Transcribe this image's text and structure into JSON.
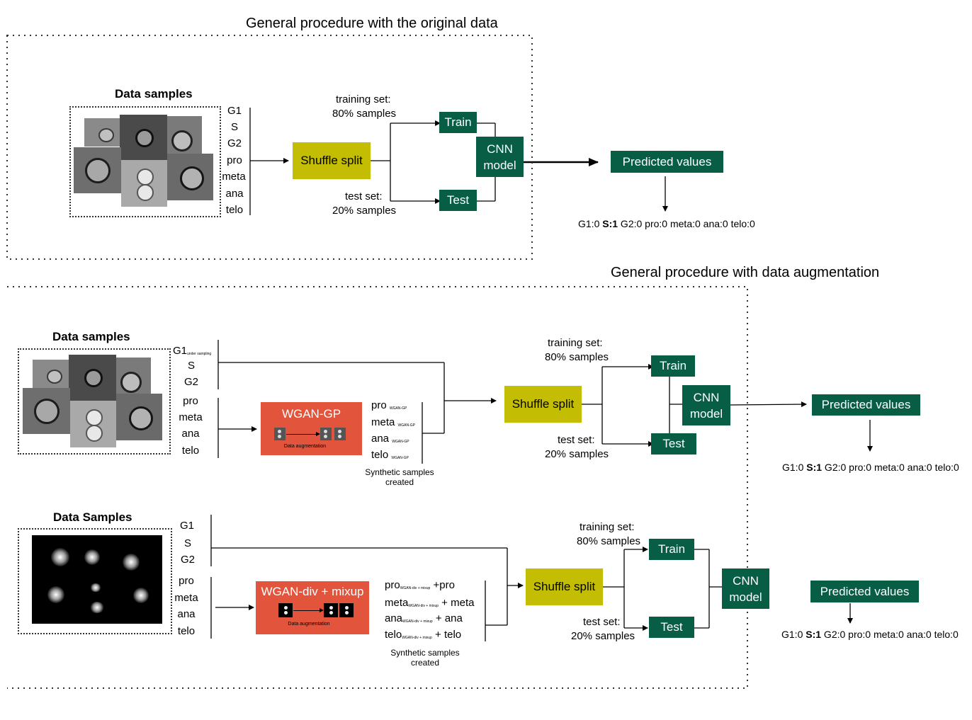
{
  "titles": {
    "original": "General procedure with the original data",
    "augmentation": "General procedure with data augmentation"
  },
  "panel1": {
    "samples_title": "Data samples",
    "classes": [
      "G1",
      "S",
      "G2",
      "pro",
      "meta",
      "ana",
      "telo"
    ],
    "shuffle_split": "Shuffle split",
    "training_label": "training set:",
    "training_pct": "80% samples",
    "test_label": "test set:",
    "test_pct": "20% samples",
    "train": "Train",
    "test": "Test",
    "cnn_line1": "CNN",
    "cnn_line2": "model",
    "predicted": "Predicted values",
    "prediction": {
      "pre": "G1:0 ",
      "bold": "S:1",
      "post": " G2:0 pro:0 meta:0 ana:0 telo:0"
    }
  },
  "panel2": {
    "samples_title": "Data samples",
    "g1": "G1",
    "g1_sub": "under sampling",
    "classes_top": [
      "S",
      "G2"
    ],
    "classes_bottom": [
      "pro",
      "meta",
      "ana",
      "telo"
    ],
    "wgan_title": "WGAN-GP",
    "aug_caption": "Data augmentation",
    "synthetic": [
      {
        "name": "pro",
        "sub": "WGAN-GP"
      },
      {
        "name": "meta",
        "sub": "WGAN-GP"
      },
      {
        "name": "ana",
        "sub": "WGAN-GP"
      },
      {
        "name": "telo",
        "sub": "WGAN-GP"
      }
    ],
    "synthetic_caption_1": "Synthetic samples",
    "synthetic_caption_2": "created",
    "shuffle_split": "Shuffle split",
    "training_label": "training set:",
    "training_pct": "80% samples",
    "test_label": "test set:",
    "test_pct": "20% samples",
    "train": "Train",
    "test": "Test",
    "cnn_line1": "CNN",
    "cnn_line2": "model",
    "predicted": "Predicted values",
    "prediction": {
      "pre": "G1:0 ",
      "bold": "S:1",
      "post": " G2:0 pro:0 meta:0 ana:0 telo:0"
    }
  },
  "panel3": {
    "samples_title": "Data Samples",
    "classes_top": [
      "G1",
      "S",
      "G2"
    ],
    "classes_bottom": [
      "pro",
      "meta",
      "ana",
      "telo"
    ],
    "wgan_title": "WGAN-div + mixup",
    "aug_caption": "Data augmentation",
    "synthetic": [
      {
        "name": "pro",
        "sub": "WGAN-div + mixup",
        "suffix": " +pro"
      },
      {
        "name": "meta",
        "sub": "WGAN-div + mixup",
        "suffix": " + meta"
      },
      {
        "name": "ana",
        "sub": "WGAN-div + mixup",
        "suffix": " + ana"
      },
      {
        "name": "telo",
        "sub": "WGAN-div + mixup",
        "suffix": " + telo"
      }
    ],
    "synthetic_caption_1": "Synthetic samples",
    "synthetic_caption_2": "created",
    "shuffle_split": "Shuffle split",
    "training_label": "training set:",
    "training_pct": "80% samples",
    "test_label": "test set:",
    "test_pct": "20% samples",
    "train": "Train",
    "test": "Test",
    "cnn_line1": "CNN",
    "cnn_line2": "model",
    "predicted": "Predicted values",
    "prediction": {
      "pre": "G1:0 ",
      "bold": "S:1",
      "post": " G2:0 pro:0 meta:0 ana:0 telo:0"
    }
  },
  "colors": {
    "green": "#075e45",
    "olive": "#c3bd04",
    "red": "#e2553c"
  }
}
